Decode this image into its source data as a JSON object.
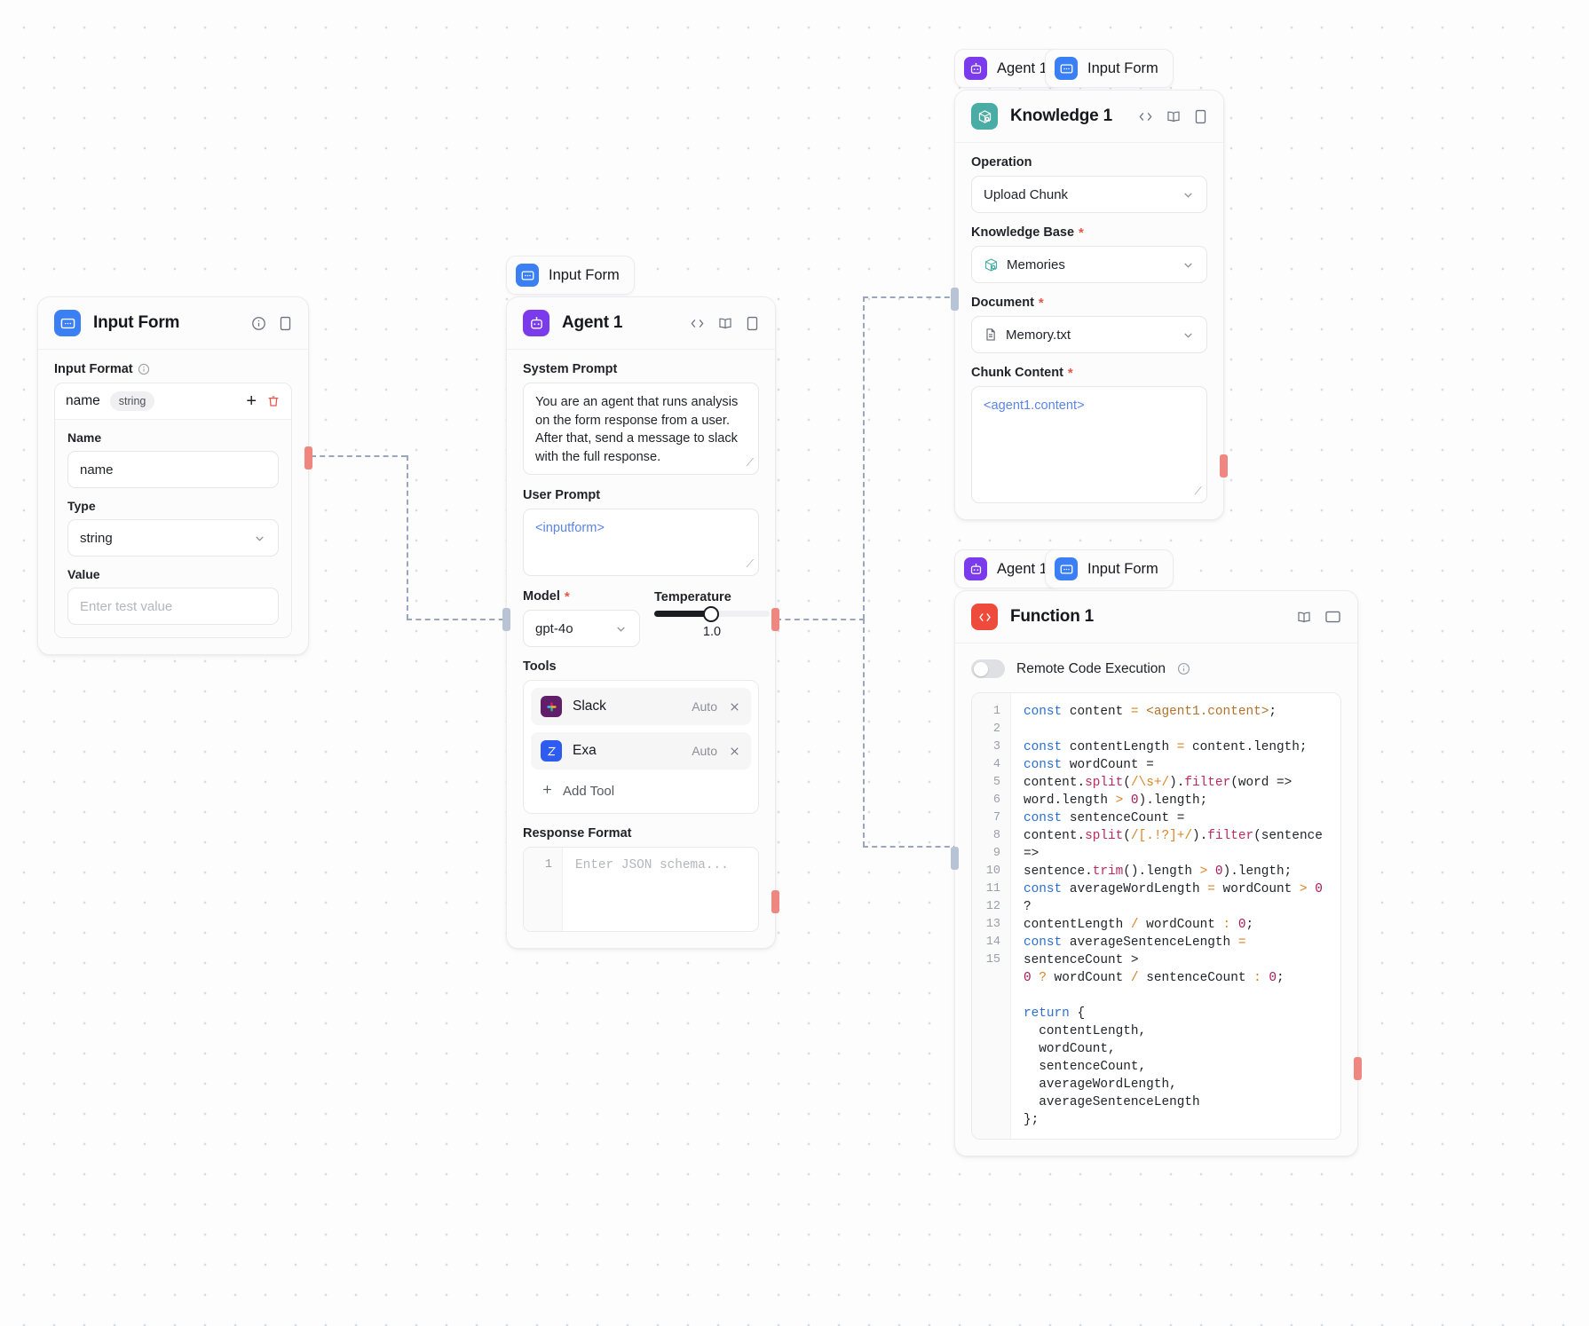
{
  "canvas": {
    "background": "#fdfdfd",
    "grid_dot_color": "#d8dce3"
  },
  "accent_colors": {
    "input_form": "#3b7ff5",
    "agent": "#7c3aed",
    "knowledge": "#4aada5",
    "function": "#ef4b3c",
    "required_asterisk": "#e8564a",
    "token_text": "#5b84e6",
    "edge": "#9aa6bd",
    "port_in": "#b9c3d6",
    "port_out": "#ef8680"
  },
  "nodes": {
    "input_form": {
      "title": "Input Form",
      "icon": "input-form-icon",
      "header_icons": [
        "info-icon",
        "panel-icon"
      ],
      "input_format_label": "Input Format",
      "format_row": {
        "key": "name",
        "type_chip": "string",
        "add": "+",
        "delete": "trash-icon"
      },
      "fields": [
        {
          "label": "Name",
          "kind": "text",
          "value": "name",
          "placeholder": ""
        },
        {
          "label": "Type",
          "kind": "select",
          "value": "string",
          "placeholder": ""
        },
        {
          "label": "Value",
          "kind": "text",
          "value": "",
          "placeholder": "Enter test value"
        }
      ]
    },
    "agent": {
      "pill_label": "Input Form",
      "pill_icon": "input-form-icon",
      "title": "Agent 1",
      "icon": "agent-icon",
      "header_icons": [
        "code-icon",
        "book-icon",
        "panel-icon"
      ],
      "system_prompt_label": "System Prompt",
      "system_prompt_value": "You are an agent that runs analysis on the form response from a user. After that, send a message to slack with the full response.",
      "user_prompt_label": "User Prompt",
      "user_prompt_value": "<inputform>",
      "model_label": "Model",
      "model_required": true,
      "model_value": "gpt-4o",
      "temperature_label": "Temperature",
      "temperature_value": "1.0",
      "temperature_percent": 48,
      "tools_label": "Tools",
      "tools": [
        {
          "name": "Slack",
          "mode": "Auto",
          "icon": "slack-icon"
        },
        {
          "name": "Exa",
          "mode": "Auto",
          "icon": "exa-icon"
        }
      ],
      "add_tool_label": "Add Tool",
      "response_format_label": "Response Format",
      "response_format_placeholder": "Enter JSON schema...",
      "response_format_line_numbers": [
        "1"
      ]
    },
    "knowledge": {
      "pills": [
        {
          "label": "Agent 1",
          "icon": "agent-icon"
        },
        {
          "label": "Input Form",
          "icon": "input-form-icon"
        }
      ],
      "title": "Knowledge 1",
      "icon": "knowledge-icon",
      "header_icons": [
        "code-icon",
        "book-icon",
        "panel-icon"
      ],
      "fields": [
        {
          "label": "Operation",
          "required": false,
          "kind": "select",
          "value": "Upload Chunk",
          "icon": ""
        },
        {
          "label": "Knowledge Base",
          "required": true,
          "kind": "select",
          "value": "Memories",
          "icon": "knowledge-small-icon"
        },
        {
          "label": "Document",
          "required": true,
          "kind": "select",
          "value": "Memory.txt",
          "icon": "document-icon"
        }
      ],
      "chunk_content_label": "Chunk Content",
      "chunk_content_required": true,
      "chunk_content_value": "<agent1.content>"
    },
    "function": {
      "pills": [
        {
          "label": "Agent 1",
          "icon": "agent-icon"
        },
        {
          "label": "Input Form",
          "icon": "input-form-icon"
        }
      ],
      "title": "Function 1",
      "icon": "function-icon",
      "header_icons": [
        "book-icon",
        "window-icon"
      ],
      "remote_code_execution_label": "Remote Code Execution",
      "remote_code_execution_on": false,
      "code_line_numbers": [
        "1",
        "2",
        "3",
        "4",
        "",
        "5",
        "",
        "",
        "6",
        "",
        "7",
        "",
        "8",
        "9",
        "10",
        "11",
        "12",
        "13",
        "14",
        "15"
      ],
      "code_lines": [
        {
          "n": "1",
          "text": "const content = <agent1.content>;"
        },
        {
          "n": "2",
          "text": ""
        },
        {
          "n": "3",
          "text": "const contentLength = content.length;"
        },
        {
          "n": "4",
          "text": "const wordCount ="
        },
        {
          "n": "",
          "text": "content.split(/\\s+/).filter(word =>"
        },
        {
          "n": "",
          "text": "word.length > 0).length;"
        },
        {
          "n": "5",
          "text": "const sentenceCount ="
        },
        {
          "n": "",
          "text": "content.split(/[.!?]+/).filter(sentence =>"
        },
        {
          "n": "",
          "text": "sentence.trim().length > 0).length;"
        },
        {
          "n": "6",
          "text": "const averageWordLength = wordCount > 0 ?"
        },
        {
          "n": "",
          "text": "contentLength / wordCount : 0;"
        },
        {
          "n": "7",
          "text": "const averageSentenceLength = sentenceCount >"
        },
        {
          "n": "",
          "text": "0 ? wordCount / sentenceCount : 0;"
        },
        {
          "n": "8",
          "text": ""
        },
        {
          "n": "9",
          "text": "return {"
        },
        {
          "n": "10",
          "text": "  contentLength,"
        },
        {
          "n": "11",
          "text": "  wordCount,"
        },
        {
          "n": "12",
          "text": "  sentenceCount,"
        },
        {
          "n": "13",
          "text": "  averageWordLength,"
        },
        {
          "n": "14",
          "text": "  averageSentenceLength"
        },
        {
          "n": "15",
          "text": "};"
        }
      ]
    }
  }
}
